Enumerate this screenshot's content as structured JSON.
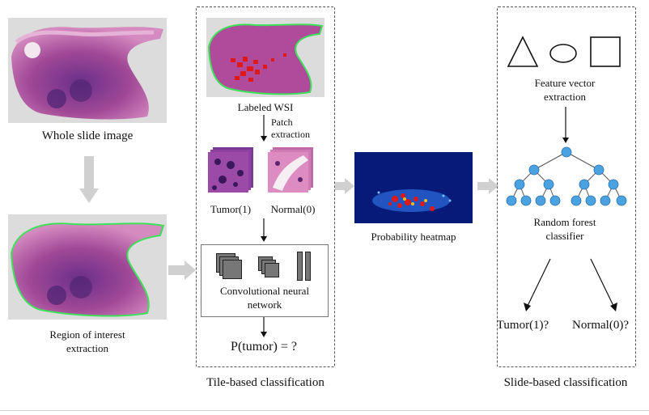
{
  "labels": {
    "whole_slide": "Whole slide image",
    "roi_line1": "Region of interest",
    "roi_line2": "extraction",
    "labeled_wsi": "Labeled WSI",
    "patch_line1": "Patch",
    "patch_line2": "extraction",
    "tumor_patch": "Tumor(1)",
    "normal_patch": "Normal(0)",
    "cnn_line1": "Convolutional neural",
    "cnn_line2": "network",
    "p_tumor": "P(tumor) = ?",
    "tile_section": "Tile-based classification",
    "heatmap": "Probability heatmap",
    "feature_line1": "Feature vector",
    "feature_line2": "extraction",
    "rf_line1": "Random forest",
    "rf_line2": "classifier",
    "tumor_q": "Tumor(1)?",
    "normal_q": "Normal(0)?",
    "slide_section": "Slide-based classification"
  },
  "colors": {
    "tissue": "#b04a9a",
    "tissue_dark": "#5b2a7e",
    "outline": "#3fe05a",
    "tumor_marks": "#e01818",
    "heatmap_bg": "#071a7a",
    "tree_node": "#4aa3e0",
    "arrow_gray": "#cfcfcf"
  }
}
